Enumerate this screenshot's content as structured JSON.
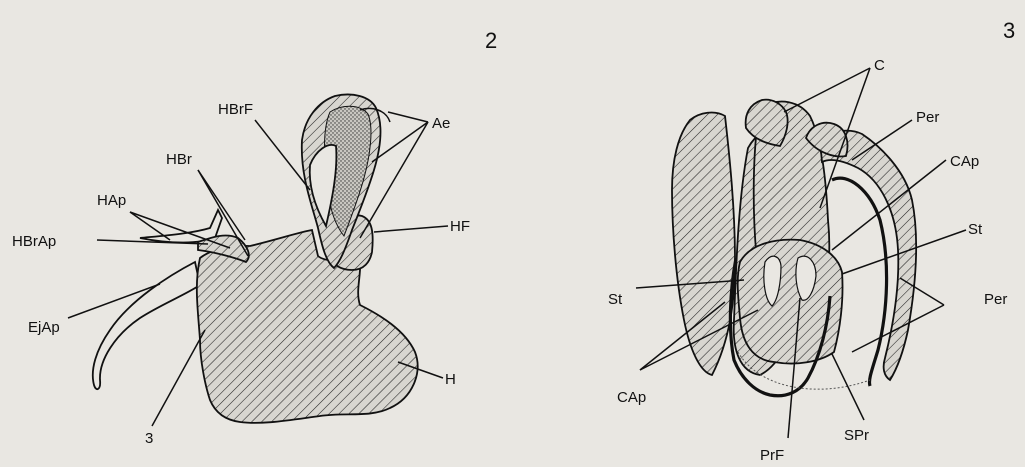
{
  "figures": [
    {
      "number": "2",
      "labels": {
        "HBrF": "HBrF",
        "Ae": "Ae",
        "HBr": "HBr",
        "HAp": "HAp",
        "HF": "HF",
        "HBrAp": "HBrAp",
        "EjAp": "EjAp",
        "H": "H",
        "ref": "3"
      }
    },
    {
      "number": "3",
      "labels": {
        "C": "C",
        "Per_top": "Per",
        "CAp_top": "CAp",
        "St_right": "St",
        "St_left": "St",
        "Per_right": "Per",
        "CAp_bottom": "CAp",
        "PrF": "PrF",
        "SPr": "SPr"
      }
    }
  ],
  "colors": {
    "ink": "#111111",
    "paper": "#e9e7e2",
    "hatch_fill": "#d8d6d0"
  }
}
